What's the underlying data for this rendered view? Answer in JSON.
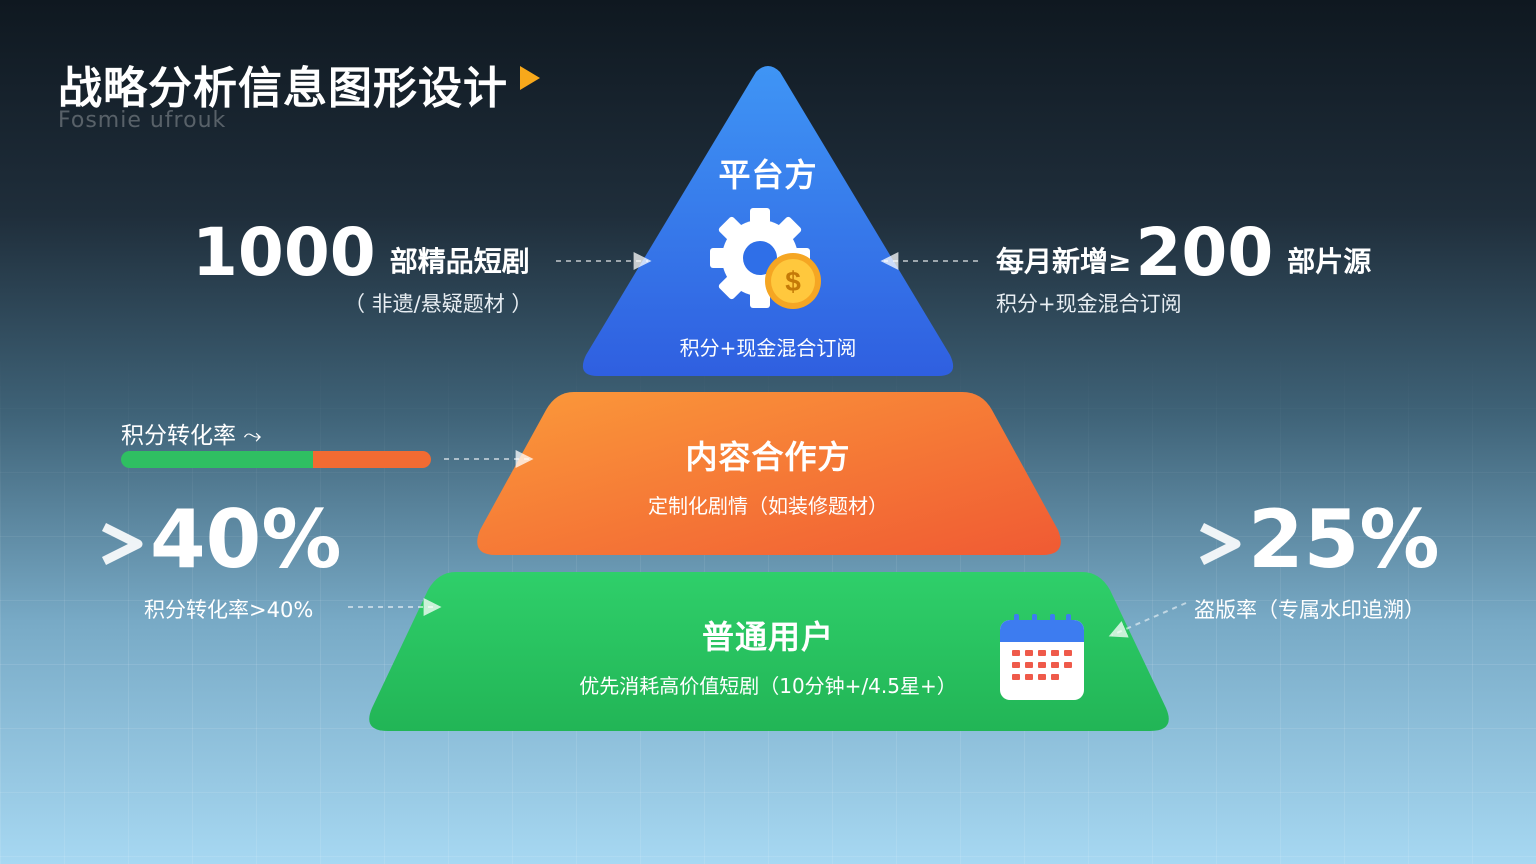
{
  "header": {
    "title": "战略分析信息图形设计",
    "subtitle": "Fosmie ufrouk"
  },
  "pyramid": {
    "top": {
      "title": "平台方",
      "sub": "积分+现金混合订阅",
      "color": "#2f6fe8"
    },
    "middle": {
      "title": "内容合作方",
      "sub": "定制化剧情（如装修题材）",
      "color": "#f7792f"
    },
    "bottom": {
      "title": "普通用户",
      "sub": "优先消耗高价值短剧（10分钟+/4.5星+）",
      "color": "#28c15d"
    }
  },
  "left_top": {
    "number": "1000",
    "label": "部精品短剧",
    "sub": "（ 非遗/悬疑题材 ）"
  },
  "right_top": {
    "prefix": "每月新增≥",
    "number": "200",
    "label": "部片源",
    "sub": "积分+现金混合订阅"
  },
  "left_middle": {
    "label": "积分转化率",
    "progress": 0.62
  },
  "left_bottom": {
    "value": "40%",
    "sub": "积分转化率>40%"
  },
  "right_bottom": {
    "value": "25%",
    "sub": "盗版率（专属水印追溯）"
  },
  "icons": [
    "gear-icon",
    "coin-icon",
    "calendar-icon"
  ]
}
